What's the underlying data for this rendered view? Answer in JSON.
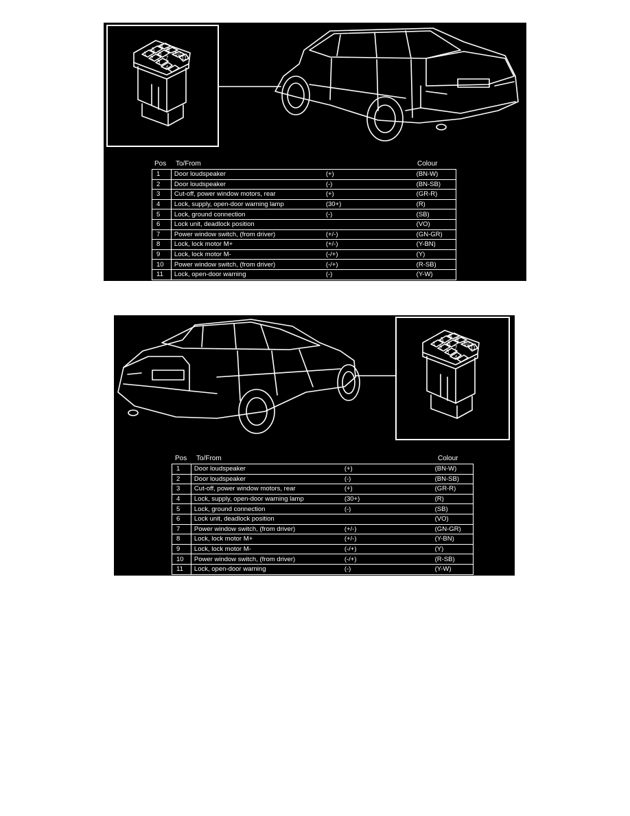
{
  "headers": {
    "pos": "Pos",
    "to_from": "To/From",
    "colour": "Colour"
  },
  "connector_pins": [
    "1",
    "2",
    "3",
    "4",
    "5",
    "6",
    "7",
    "8",
    "9",
    "10",
    "11"
  ],
  "rows": [
    {
      "pos": "1",
      "to_from": "Door loudspeaker",
      "sign": "(+)",
      "colour": "(BN-W)"
    },
    {
      "pos": "2",
      "to_from": "Door loudspeaker",
      "sign": "(-)",
      "colour": "(BN-SB)"
    },
    {
      "pos": "3",
      "to_from": "Cut-off, power window motors, rear",
      "sign": "(+)",
      "colour": "(GR-R)"
    },
    {
      "pos": "4",
      "to_from": "Lock, supply, open-door warning lamp",
      "sign": "(30+)",
      "colour": "(R)"
    },
    {
      "pos": "5",
      "to_from": "Lock, ground connection",
      "sign": "(-)",
      "colour": "(SB)"
    },
    {
      "pos": "6",
      "to_from": "Lock unit, deadlock position",
      "sign": "",
      "colour": "(VO)"
    },
    {
      "pos": "7",
      "to_from": "Power window switch, (from driver)",
      "sign": "(+/-)",
      "colour": "(GN-GR)"
    },
    {
      "pos": "8",
      "to_from": "Lock, lock motor M+",
      "sign": "(+/-)",
      "colour": "(Y-BN)"
    },
    {
      "pos": "9",
      "to_from": "Lock, lock motor M-",
      "sign": "(-/+)",
      "colour": "(Y)"
    },
    {
      "pos": "10",
      "to_from": "Power window switch, (from driver)",
      "sign": "(-/+)",
      "colour": "(R-SB)"
    },
    {
      "pos": "11",
      "to_from": "Lock, open-door warning",
      "sign": "(-)",
      "colour": "(Y-W)"
    }
  ]
}
